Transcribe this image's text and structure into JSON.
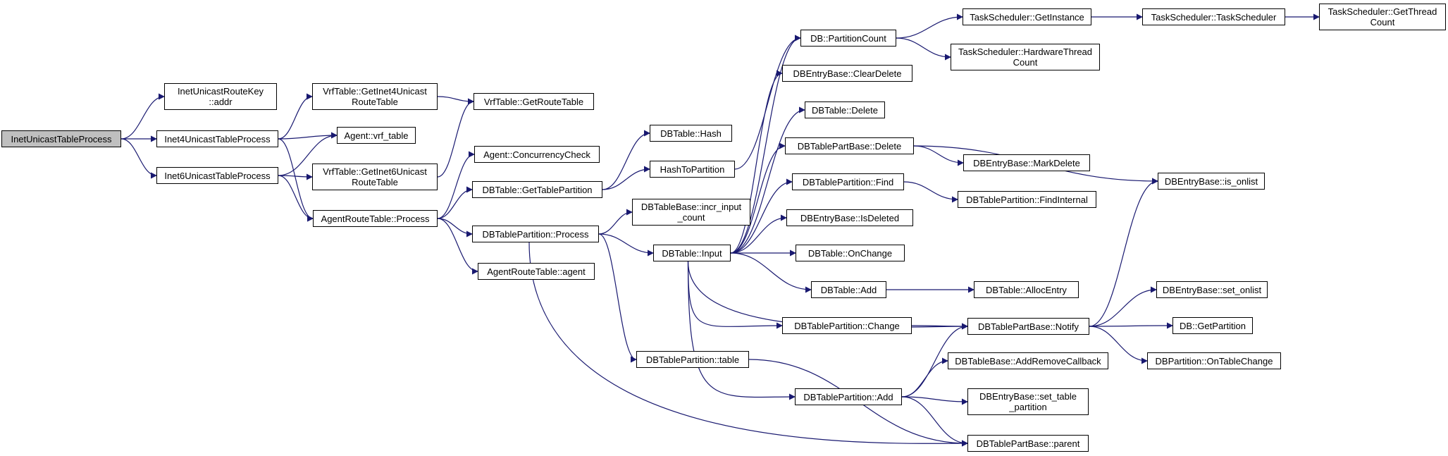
{
  "colors": {
    "edge": "#191970",
    "root_fill": "#bfbfbf",
    "node_border": "#000000"
  },
  "nodes": [
    {
      "id": "root",
      "label": "InetUnicastTableProcess",
      "root": true
    },
    {
      "id": "inetKeyAddr",
      "label": "InetUnicastRouteKey\n::addr"
    },
    {
      "id": "inet4",
      "label": "Inet4UnicastTableProcess"
    },
    {
      "id": "inet6",
      "label": "Inet6UnicastTableProcess"
    },
    {
      "id": "vrfGet4",
      "label": "VrfTable::GetInet4Unicast\nRouteTable"
    },
    {
      "id": "agentVrf",
      "label": "Agent::vrf_table"
    },
    {
      "id": "vrfGet6",
      "label": "VrfTable::GetInet6Unicast\nRouteTable"
    },
    {
      "id": "artProcess",
      "label": "AgentRouteTable::Process"
    },
    {
      "id": "vrfGetRoute",
      "label": "VrfTable::GetRouteTable"
    },
    {
      "id": "agentConc",
      "label": "Agent::ConcurrencyCheck"
    },
    {
      "id": "dbGetPart",
      "label": "DBTable::GetTablePartition"
    },
    {
      "id": "dbPartProc",
      "label": "DBTablePartition::Process"
    },
    {
      "id": "artAgent",
      "label": "AgentRouteTable::agent"
    },
    {
      "id": "dbHash",
      "label": "DBTable::Hash"
    },
    {
      "id": "hashToPart",
      "label": "HashToPartition"
    },
    {
      "id": "incrInput",
      "label": "DBTableBase::incr_input\n_count"
    },
    {
      "id": "dbInput",
      "label": "DBTable::Input"
    },
    {
      "id": "dbPartTable",
      "label": "DBTablePartition::table"
    },
    {
      "id": "dbPartCount",
      "label": "DB::PartitionCount"
    },
    {
      "id": "clearDelete",
      "label": "DBEntryBase::ClearDelete"
    },
    {
      "id": "dbDelete",
      "label": "DBTable::Delete"
    },
    {
      "id": "partBaseDelete",
      "label": "DBTablePartBase::Delete"
    },
    {
      "id": "partFind",
      "label": "DBTablePartition::Find"
    },
    {
      "id": "isDeleted",
      "label": "DBEntryBase::IsDeleted"
    },
    {
      "id": "onChange",
      "label": "DBTable::OnChange"
    },
    {
      "id": "dbAdd",
      "label": "DBTable::Add"
    },
    {
      "id": "partChange",
      "label": "DBTablePartition::Change"
    },
    {
      "id": "partAdd",
      "label": "DBTablePartition::Add"
    },
    {
      "id": "tsGetInst",
      "label": "TaskScheduler::GetInstance"
    },
    {
      "id": "tsHwThread",
      "label": "TaskScheduler::HardwareThread\nCount"
    },
    {
      "id": "markDelete",
      "label": "DBEntryBase::MarkDelete"
    },
    {
      "id": "findInternal",
      "label": "DBTablePartition::FindInternal"
    },
    {
      "id": "allocEntry",
      "label": "DBTable::AllocEntry"
    },
    {
      "id": "notify",
      "label": "DBTablePartBase::Notify"
    },
    {
      "id": "addRemoveCb",
      "label": "DBTableBase::AddRemoveCallback"
    },
    {
      "id": "setTablePart",
      "label": "DBEntryBase::set_table\n_partition"
    },
    {
      "id": "parent",
      "label": "DBTablePartBase::parent"
    },
    {
      "id": "tsCtor",
      "label": "TaskScheduler::TaskScheduler"
    },
    {
      "id": "isOnlist",
      "label": "DBEntryBase::is_onlist"
    },
    {
      "id": "setOnlist",
      "label": "DBEntryBase::set_onlist"
    },
    {
      "id": "dbGetPartition",
      "label": "DB::GetPartition"
    },
    {
      "id": "onTableChange",
      "label": "DBPartition::OnTableChange"
    },
    {
      "id": "tsGetThread",
      "label": "TaskScheduler::GetThread\nCount"
    }
  ],
  "edges": [
    [
      "root",
      "inetKeyAddr"
    ],
    [
      "root",
      "inet4"
    ],
    [
      "root",
      "inet6"
    ],
    [
      "inet4",
      "vrfGet4"
    ],
    [
      "inet4",
      "agentVrf"
    ],
    [
      "inet4",
      "artProcess"
    ],
    [
      "inet6",
      "agentVrf"
    ],
    [
      "inet6",
      "vrfGet6"
    ],
    [
      "inet6",
      "artProcess"
    ],
    [
      "vrfGet4",
      "vrfGetRoute"
    ],
    [
      "vrfGet6",
      "vrfGetRoute"
    ],
    [
      "artProcess",
      "agentConc"
    ],
    [
      "artProcess",
      "dbGetPart"
    ],
    [
      "artProcess",
      "dbPartProc"
    ],
    [
      "artProcess",
      "artAgent"
    ],
    [
      "dbGetPart",
      "dbHash"
    ],
    [
      "dbGetPart",
      "hashToPart"
    ],
    [
      "hashToPart",
      "dbPartCount"
    ],
    [
      "dbPartProc",
      "incrInput"
    ],
    [
      "dbPartProc",
      "dbInput"
    ],
    [
      "dbPartProc",
      "dbPartTable"
    ],
    [
      "dbPartProc",
      "parent"
    ],
    [
      "dbInput",
      "dbPartCount"
    ],
    [
      "dbInput",
      "clearDelete"
    ],
    [
      "dbInput",
      "dbDelete"
    ],
    [
      "dbInput",
      "partBaseDelete"
    ],
    [
      "dbInput",
      "partFind"
    ],
    [
      "dbInput",
      "isDeleted"
    ],
    [
      "dbInput",
      "onChange"
    ],
    [
      "dbInput",
      "dbAdd"
    ],
    [
      "dbInput",
      "partChange"
    ],
    [
      "dbInput",
      "notify"
    ],
    [
      "dbInput",
      "partAdd"
    ],
    [
      "dbPartTable",
      "parent"
    ],
    [
      "dbPartCount",
      "tsGetInst"
    ],
    [
      "dbPartCount",
      "tsHwThread"
    ],
    [
      "tsGetInst",
      "tsCtor"
    ],
    [
      "tsCtor",
      "tsGetThread"
    ],
    [
      "partBaseDelete",
      "markDelete"
    ],
    [
      "partBaseDelete",
      "isOnlist"
    ],
    [
      "partFind",
      "findInternal"
    ],
    [
      "dbAdd",
      "allocEntry"
    ],
    [
      "partChange",
      "notify"
    ],
    [
      "partAdd",
      "notify"
    ],
    [
      "partAdd",
      "addRemoveCb"
    ],
    [
      "partAdd",
      "setTablePart"
    ],
    [
      "partAdd",
      "parent"
    ],
    [
      "notify",
      "isOnlist"
    ],
    [
      "notify",
      "setOnlist"
    ],
    [
      "notify",
      "dbGetPartition"
    ],
    [
      "notify",
      "onTableChange"
    ]
  ]
}
